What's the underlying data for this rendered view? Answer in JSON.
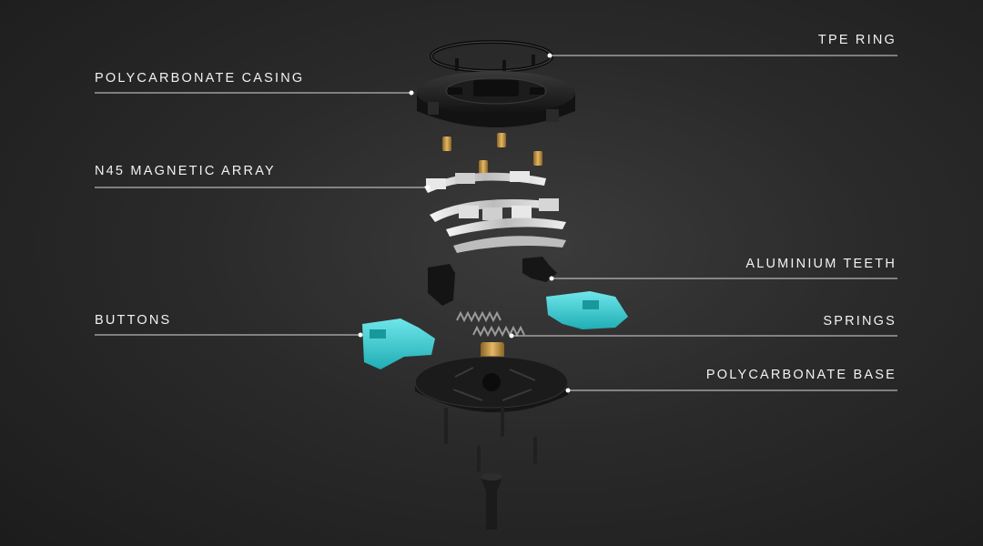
{
  "colors": {
    "background": "#2a2a2a",
    "leader_line": "#d8d8d8",
    "label_text": "#f2f2f2",
    "part_black": "#151515",
    "part_cyan": "#2ec4c9",
    "brass": "#b58a3c",
    "aluminium": "#d9d9d9"
  },
  "labels": {
    "tpe_ring": "TPE RING",
    "polycarbonate_casing": "POLYCARBONATE CASING",
    "magnetic_array": "N45 MAGNETIC ARRAY",
    "aluminium_teeth": "ALUMINIUM TEETH",
    "buttons": "BUTTONS",
    "springs": "SPRINGS",
    "polycarbonate_base": "POLYCARBONATE BASE"
  }
}
